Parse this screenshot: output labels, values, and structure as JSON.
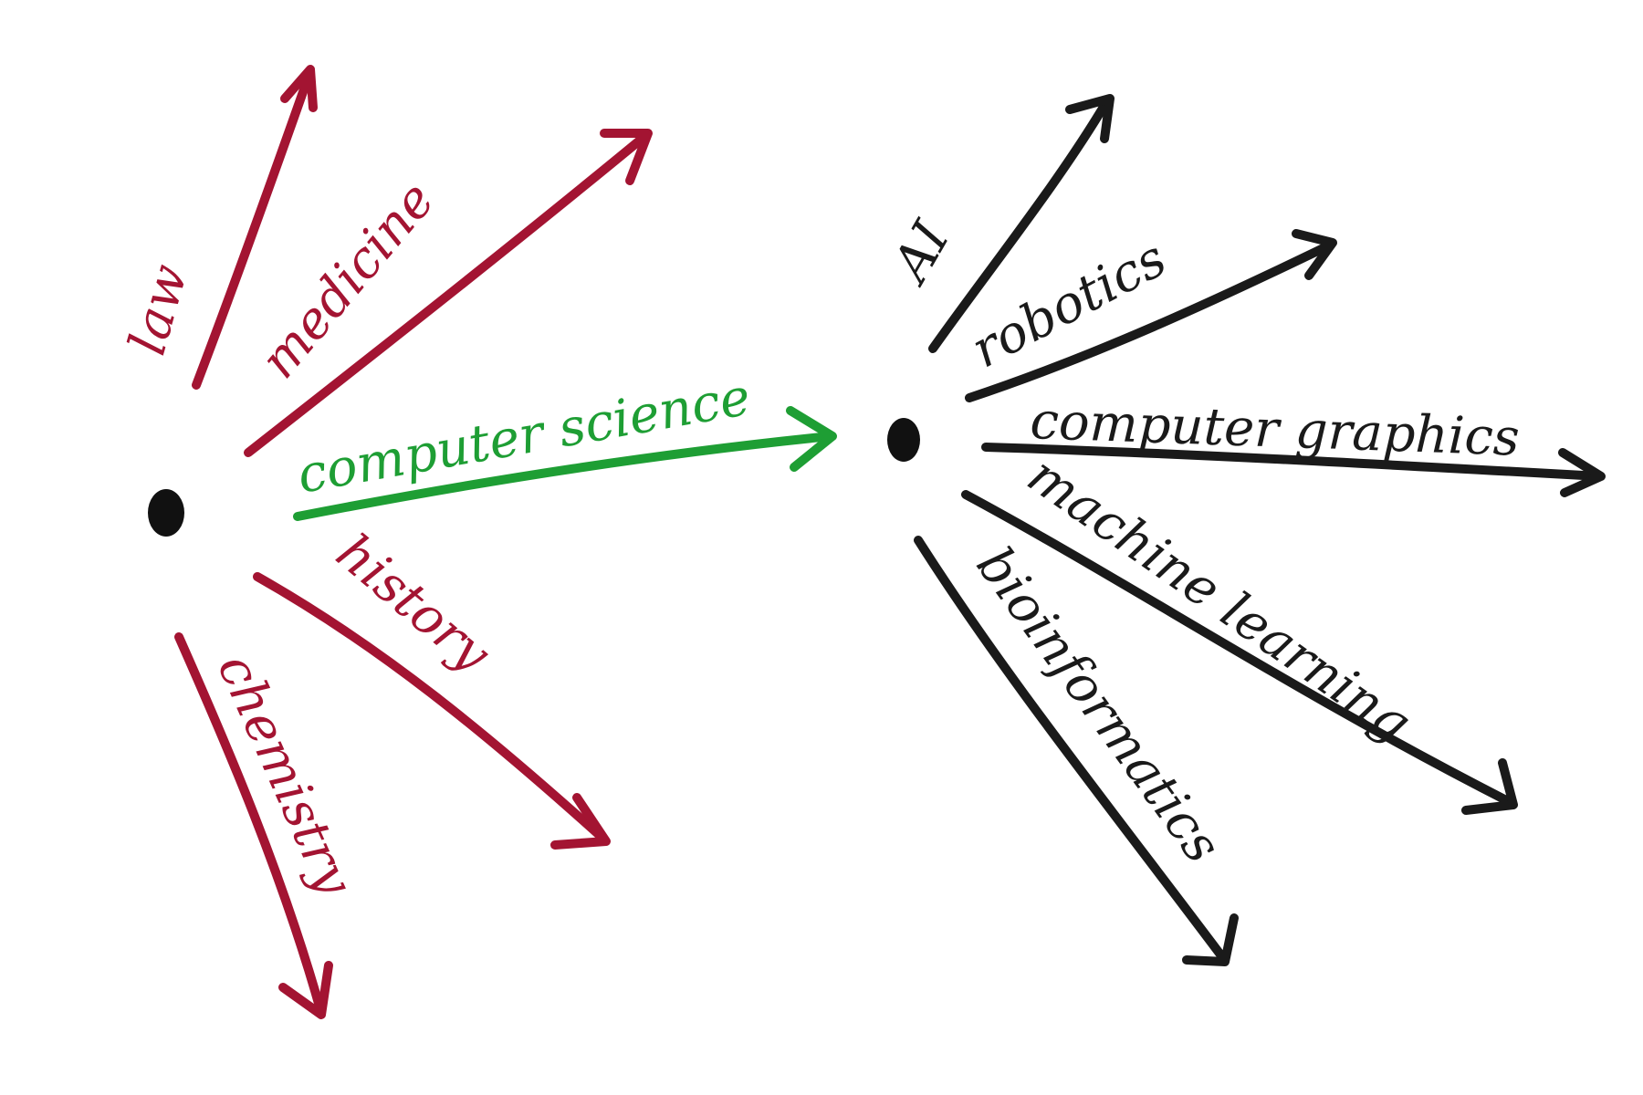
{
  "colors": {
    "primary_branch": "#a31432",
    "chosen_branch": "#1e9e34",
    "sub_branch": "#1a1a1a",
    "node": "#111111",
    "background": "#ffffff"
  },
  "left_node": {
    "branches": [
      {
        "label": "law",
        "color_key": "primary_branch"
      },
      {
        "label": "medicine",
        "color_key": "primary_branch"
      },
      {
        "label": "computer science",
        "color_key": "chosen_branch"
      },
      {
        "label": "history",
        "color_key": "primary_branch"
      },
      {
        "label": "chemistry",
        "color_key": "primary_branch"
      }
    ]
  },
  "right_node": {
    "branches": [
      {
        "label": "AI",
        "color_key": "sub_branch"
      },
      {
        "label": "robotics",
        "color_key": "sub_branch"
      },
      {
        "label": "computer graphics",
        "color_key": "sub_branch"
      },
      {
        "label": "machine learning",
        "color_key": "sub_branch"
      },
      {
        "label": "bioinformatics",
        "color_key": "sub_branch"
      }
    ]
  }
}
